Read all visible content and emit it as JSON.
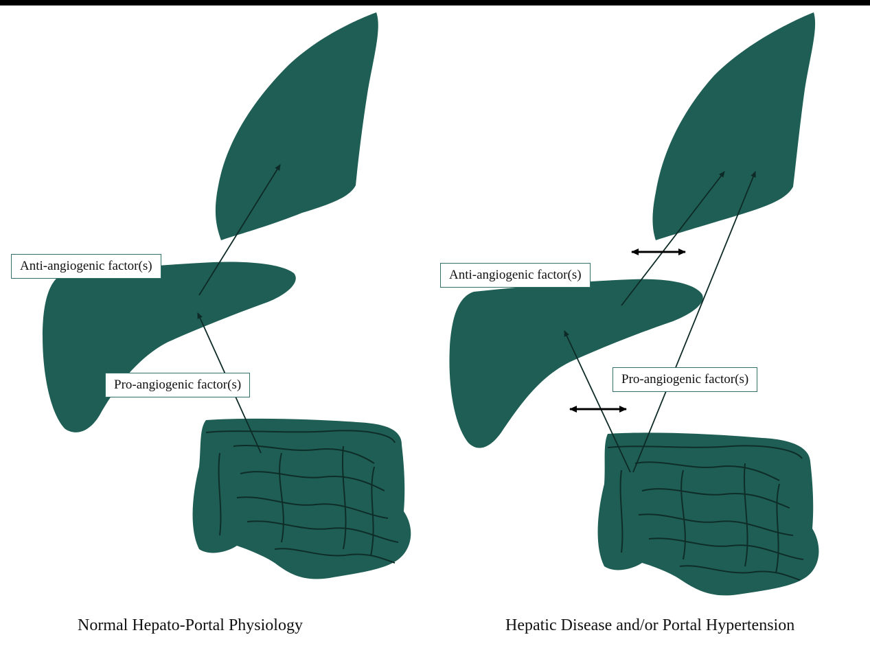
{
  "panels": [
    {
      "caption": "Normal Hepato-Portal Physiology",
      "anti_label": "Anti-angiogenic factor(s)",
      "pro_label": "Pro-angiogenic factor(s)"
    },
    {
      "caption": "Hepatic Disease and/or Portal Hypertension",
      "anti_label": "Anti-angiogenic factor(s)",
      "pro_label": "Pro-angiogenic factor(s)"
    }
  ],
  "colors": {
    "organ_fill": "#1f5e55",
    "label_border": "#2f6f68",
    "background": "#ffffff"
  }
}
